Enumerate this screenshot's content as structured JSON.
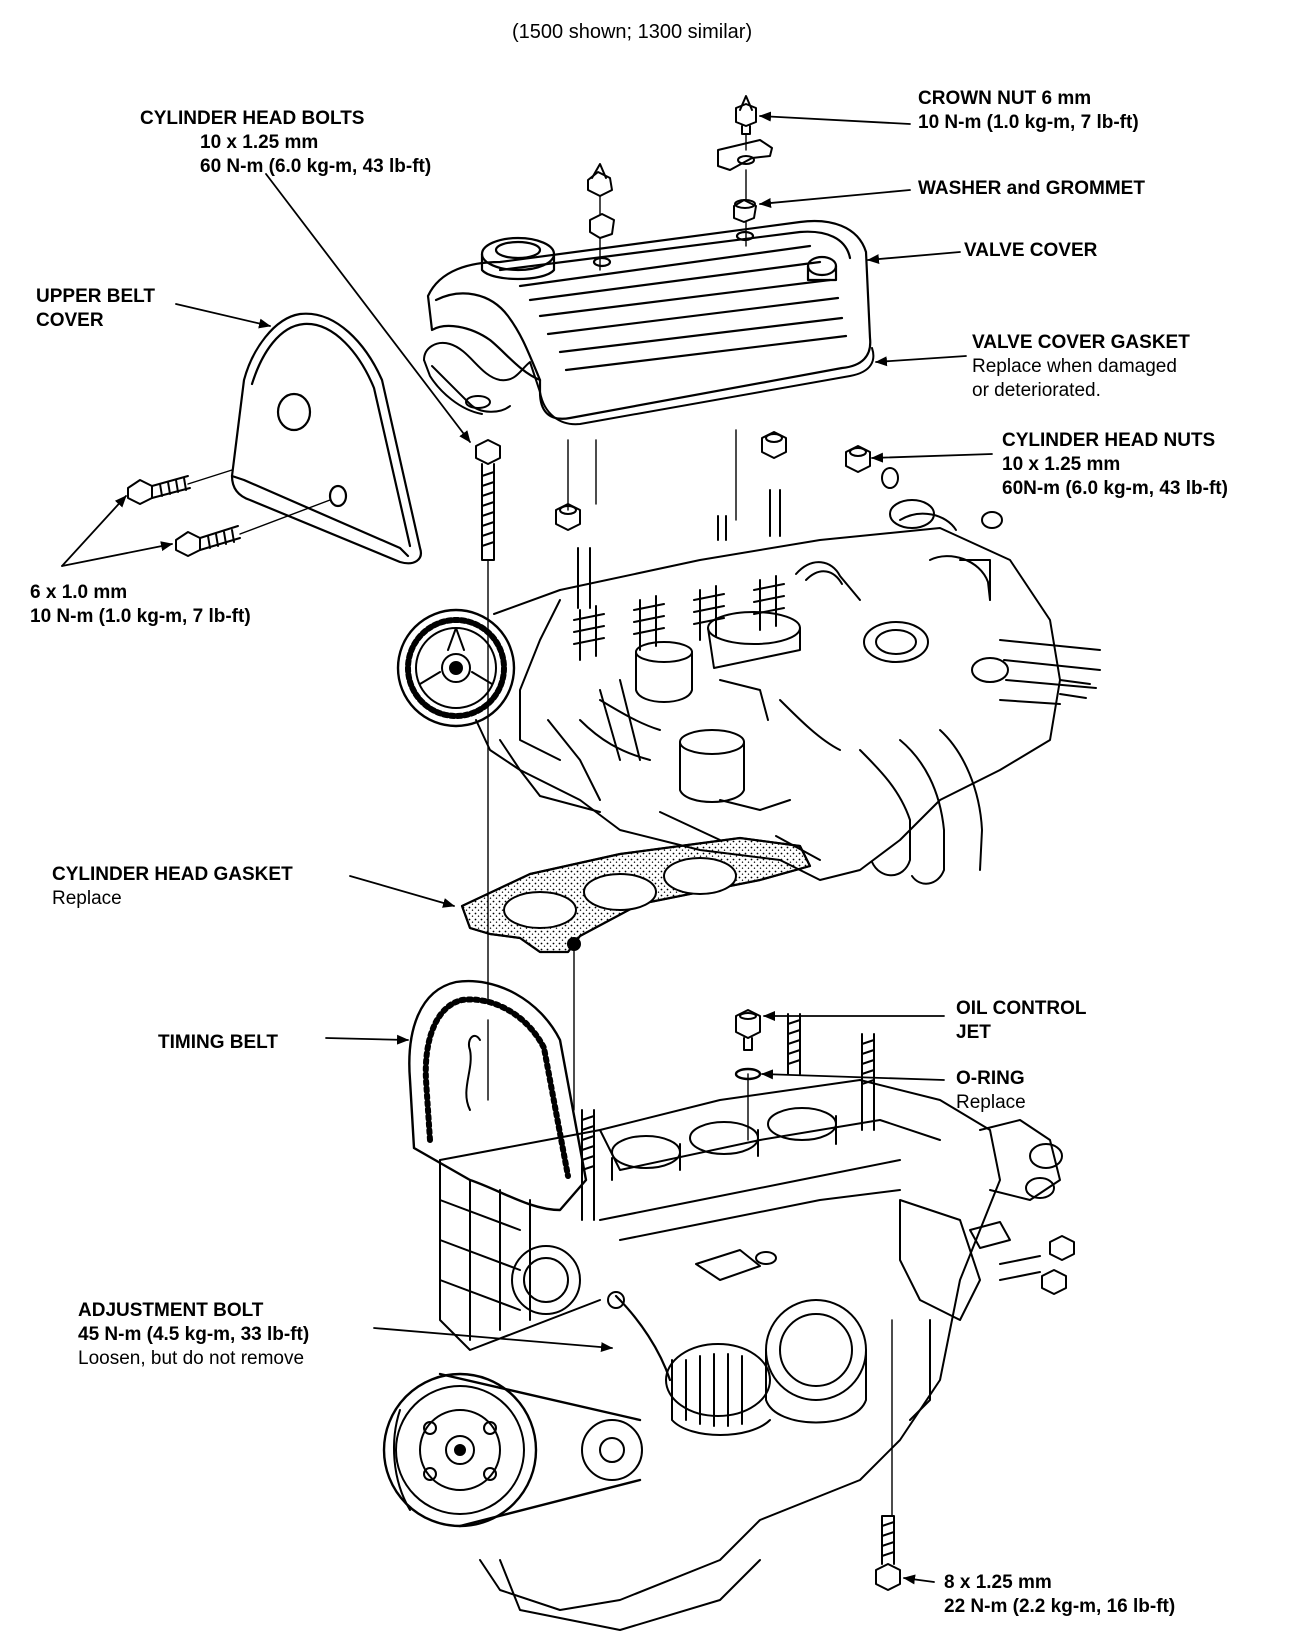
{
  "caption": "(1500 shown; 1300 similar)",
  "callouts": {
    "cylinder_head_bolts": {
      "title": "CYLINDER HEAD BOLTS",
      "size": "10 x 1.25 mm",
      "torque": "60 N-m (6.0 kg-m, 43 lb-ft)"
    },
    "crown_nut": {
      "title": "CROWN NUT 6 mm",
      "torque": "10 N-m (1.0 kg-m, 7 lb-ft)"
    },
    "washer_grommet": {
      "title": "WASHER and GROMMET"
    },
    "valve_cover": {
      "title": "VALVE COVER"
    },
    "upper_belt_cover": {
      "line1": "UPPER BELT",
      "line2": "COVER"
    },
    "valve_cover_gasket": {
      "title": "VALVE COVER GASKET",
      "note1": "Replace when damaged",
      "note2": "or deteriorated."
    },
    "cylinder_head_nuts": {
      "title": "CYLINDER HEAD NUTS",
      "size": "10 x 1.25 mm",
      "torque": "60N-m (6.0 kg-m, 43 lb-ft)"
    },
    "belt_cover_bolts": {
      "size": "6 x 1.0 mm",
      "torque": "10 N-m (1.0 kg-m, 7 lb-ft)"
    },
    "cylinder_head_gasket": {
      "title": "CYLINDER HEAD GASKET",
      "note": "Replace"
    },
    "oil_control_jet": {
      "line1": "OIL CONTROL",
      "line2": "JET"
    },
    "timing_belt": {
      "title": "TIMING BELT"
    },
    "o_ring": {
      "title": "O-RING",
      "note": "Replace"
    },
    "adjustment_bolt": {
      "title": "ADJUSTMENT BOLT",
      "torque": "45 N-m (4.5 kg-m, 33 lb-ft)",
      "note": "Loosen, but do not remove"
    },
    "mount_bolt": {
      "size": "8 x 1.25 mm",
      "torque": "22 N-m (2.2 kg-m, 16 lb-ft)"
    }
  },
  "colors": {
    "ink": "#000000",
    "paper": "#ffffff"
  }
}
